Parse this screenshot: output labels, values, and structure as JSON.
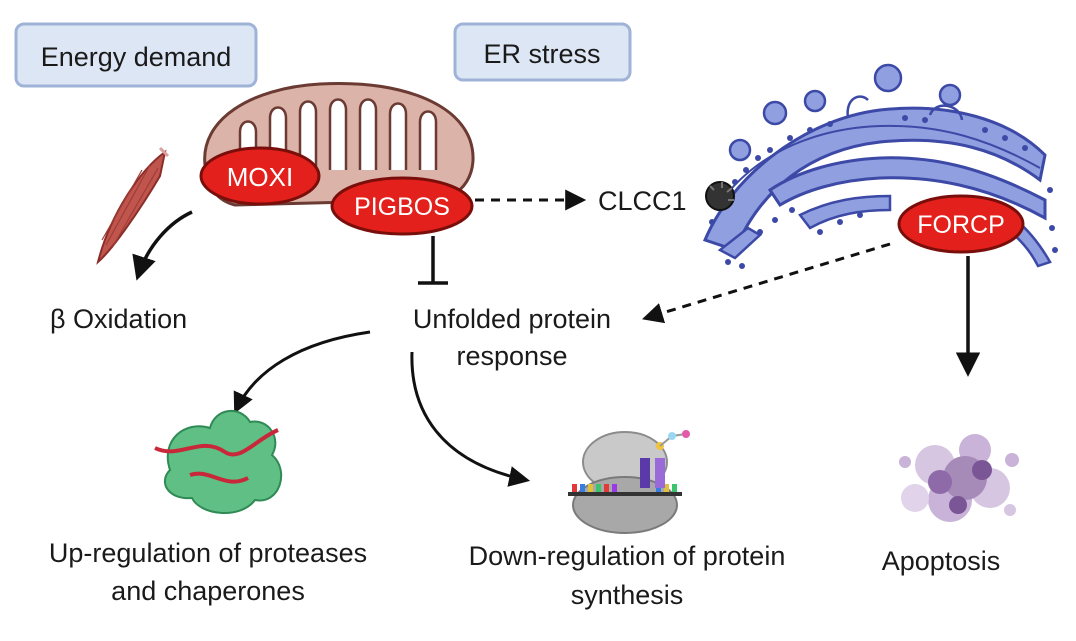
{
  "boxes": {
    "energy_demand": "Energy demand",
    "er_stress": "ER stress"
  },
  "proteins": {
    "moxi": "MOXI",
    "pigbos": "PIGBOS",
    "forcp": "FORCP",
    "clcc1": "CLCC1"
  },
  "labels": {
    "beta_oxidation": "β Oxidation",
    "upr_line1": "Unfolded protein",
    "upr_line2": "response",
    "up_reg_line1": "Up-regulation of proteases",
    "up_reg_line2": "and chaperones",
    "down_reg_line1": "Down-regulation of protein",
    "down_reg_line2": "synthesis",
    "apoptosis": "Apoptosis"
  },
  "colors": {
    "box_fill": "#dde6f4",
    "box_stroke": "#9fb3d8",
    "pill_red": "#e3201b",
    "pill_dark": "#7a0e0b",
    "mito_fill": "#dcb3a8",
    "mito_stroke": "#6a3a33",
    "er_fill": "#8f9fe0",
    "er_stroke": "#3c49a6",
    "muscle": "#c0554e",
    "chaperone_green": "#5fbf84",
    "peptide": "#c8283a",
    "ribosome": "#8c8c8c",
    "apoptotic": "#a68ab8"
  }
}
